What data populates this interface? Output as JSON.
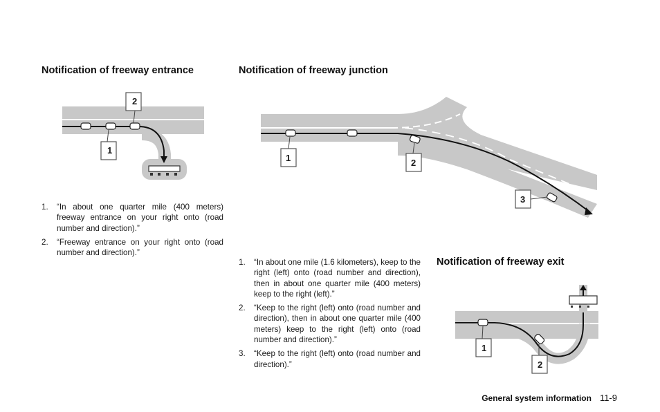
{
  "sections": {
    "entrance": {
      "heading": "Notification of freeway entrance",
      "items": [
        {
          "num": "1.",
          "text": "“In about one quarter mile (400 meters) freeway entrance on your right onto (road number and direction).”"
        },
        {
          "num": "2.",
          "text": "“Freeway entrance on your right onto (road number and direction).”"
        }
      ],
      "callouts": [
        "1",
        "2"
      ]
    },
    "junction": {
      "heading": "Notification of freeway junction",
      "items": [
        {
          "num": "1.",
          "text": "“In about one mile (1.6 kilometers), keep to the right (left) onto (road number and direction), then in about one quarter mile (400 meters) keep to the right (left).”"
        },
        {
          "num": "2.",
          "text": "“Keep to the right (left) onto (road number and direction), then in about one quarter mile (400 meters) keep to the right (left) onto (road number and direction).”"
        },
        {
          "num": "3.",
          "text": "“Keep to the right (left) onto (road number and direction).”"
        }
      ],
      "callouts": [
        "1",
        "2",
        "3"
      ]
    },
    "exit": {
      "heading": "Notification of freeway exit",
      "callouts": [
        "1",
        "2"
      ]
    }
  },
  "footer": {
    "section": "General system information",
    "page": "11-9"
  },
  "colors": {
    "road": "#c8c8c8",
    "lane_marking": "#ffffff",
    "route": "#111111",
    "callout_border": "#555555"
  }
}
